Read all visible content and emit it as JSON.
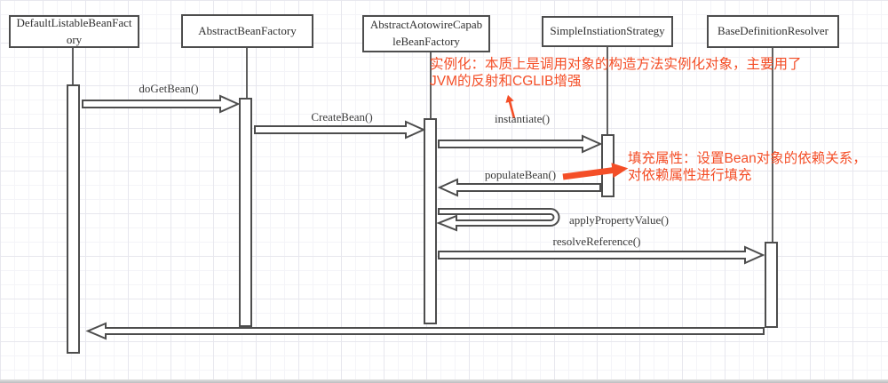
{
  "diagram": {
    "type": "uml-sequence",
    "colors": {
      "stroke": "#4d4d4d",
      "annotation_red": "#f44e27"
    },
    "actors": [
      {
        "title": "DefaultListableBeanFactory"
      },
      {
        "title": "AbstractBeanFactory"
      },
      {
        "title": "AbstractAotowireCapableBeanFactory"
      },
      {
        "title": "SimpleInstiationStrategy"
      },
      {
        "title": "BaseDefinitionResolver"
      }
    ],
    "messages": [
      {
        "label": "doGetBean()",
        "from": "DefaultListableBeanFactory",
        "to": "AbstractBeanFactory",
        "direction": "right"
      },
      {
        "label": "CreateBean()",
        "from": "AbstractBeanFactory",
        "to": "AbstractAotowireCapableBeanFactory",
        "direction": "right"
      },
      {
        "label": "instantiate()",
        "from": "AbstractAotowireCapableBeanFactory",
        "to": "SimpleInstiationStrategy",
        "direction": "right"
      },
      {
        "label": "populateBean()",
        "from": "SimpleInstiationStrategy",
        "to": "AbstractAotowireCapableBeanFactory",
        "direction": "left"
      },
      {
        "label": "applyPropertyValue()",
        "from": "AbstractAotowireCapableBeanFactory",
        "to": "AbstractAotowireCapableBeanFactory",
        "direction": "self"
      },
      {
        "label": "resolveReference()",
        "from": "AbstractAotowireCapableBeanFactory",
        "to": "BaseDefinitionResolver",
        "direction": "right"
      },
      {
        "label": "",
        "from": "BaseDefinitionResolver",
        "to": "DefaultListableBeanFactory",
        "direction": "left"
      }
    ],
    "annotations": [
      {
        "target": "instantiate()",
        "lines": [
          "实例化：本质上是调用对象的构造方法实例化对象，主要用了",
          "JVM的反射和CGLIB增强"
        ]
      },
      {
        "target": "populateBean()",
        "lines": [
          "填充属性：设置Bean对象的依赖关系，",
          "对依赖属性进行填充"
        ]
      }
    ]
  }
}
